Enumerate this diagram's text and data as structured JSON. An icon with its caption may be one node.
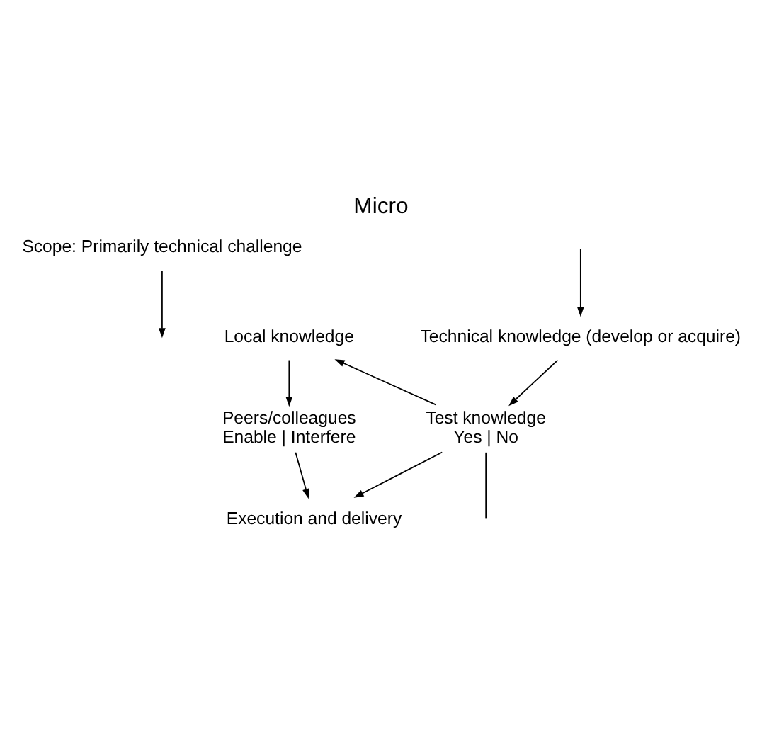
{
  "diagram": {
    "title": "Micro",
    "nodes": [
      {
        "text": [
          "Scope: Primarily technical challenge"
        ]
      },
      {
        "text": [
          "Local knowledge"
        ]
      },
      {
        "text": [
          "Technical knowledge (develop or acquire)"
        ]
      },
      {
        "text": [
          "Peers/colleagues",
          "Enable | Interfere"
        ]
      },
      {
        "text": [
          "Test knowledge",
          "Yes | No"
        ]
      },
      {
        "text": [
          "Execution and delivery"
        ]
      }
    ],
    "edges": [
      {
        "from": 0,
        "to": null,
        "arrow": "to"
      },
      {
        "from": 1,
        "to": 3,
        "arrow": "to"
      },
      {
        "from": 2,
        "to": 4,
        "arrow": "to"
      },
      {
        "from": 4,
        "to": 1,
        "arrow": "to"
      },
      {
        "from": 4,
        "to": null,
        "arrow": "none"
      },
      {
        "from": null,
        "to": 2,
        "arrow": "to"
      },
      {
        "from": 3,
        "to": 5,
        "arrow": "to"
      },
      {
        "from": 4,
        "to": 5,
        "arrow": "to"
      }
    ]
  }
}
